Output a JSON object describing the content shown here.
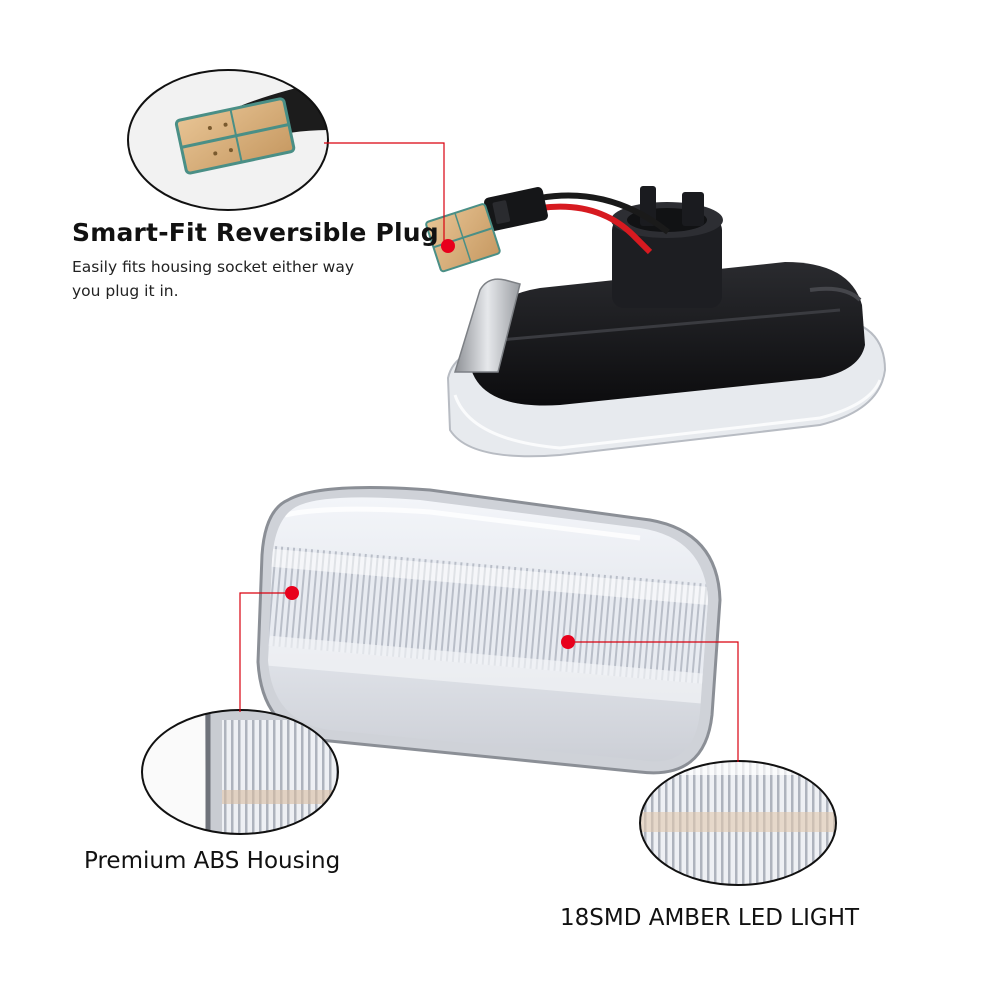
{
  "callouts": {
    "plug": {
      "title": "Smart-Fit Reversible Plug",
      "description": "Easily fits housing socket either way you plug it in."
    },
    "housing": {
      "label": "Premium ABS Housing"
    },
    "led": {
      "label": "18SMD AMBER LED LIGHT"
    }
  },
  "colors": {
    "marker": "#e8001c",
    "leader_line": "#d9000f",
    "background": "#ffffff"
  }
}
